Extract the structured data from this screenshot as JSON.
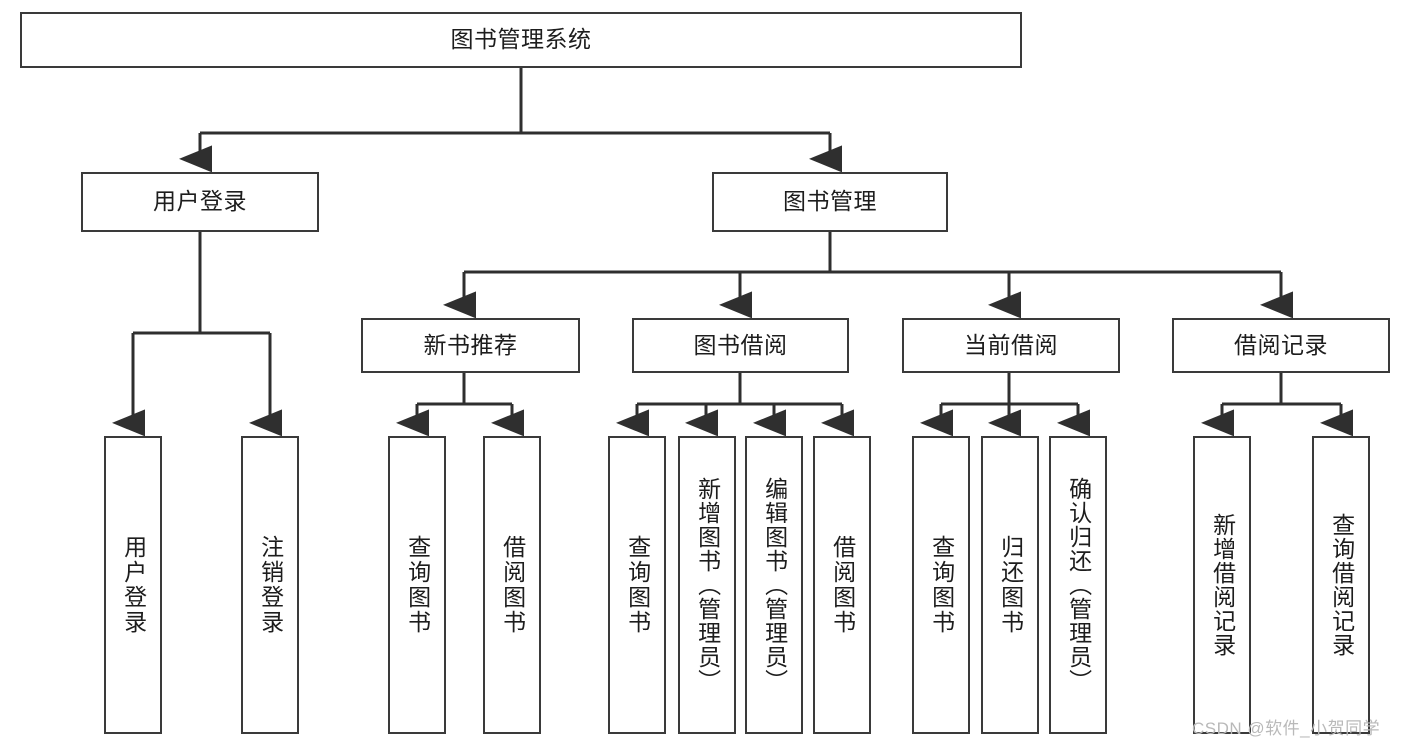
{
  "diagram": {
    "title": "图书管理系统",
    "type": "tree-hierarchy-diagram",
    "theme": {
      "background": "#ffffff",
      "box_border": "#3a3a3a",
      "box_fill": "#ffffff",
      "text": "#1d1d1d",
      "connector": "#2f2f2f",
      "watermark": "#b9b9b9"
    },
    "levels": {
      "root": [
        "图书管理系统"
      ],
      "level2": [
        "用户登录",
        "图书管理"
      ],
      "level3": [
        "新书推荐",
        "图书借阅",
        "当前借阅",
        "借阅记录"
      ],
      "leaves": [
        "用户登录",
        "注销登录",
        "查询图书",
        "借阅图书",
        "查询图书",
        "新增图书（管理员）",
        "编辑图书（管理员）",
        "借阅图书",
        "查询图书",
        "归还图书",
        "确认归还（管理员）",
        "新增借阅记录",
        "查询借阅记录"
      ]
    },
    "nodes": {
      "root": {
        "label": "图书管理系统"
      },
      "user_login": {
        "label": "用户登录"
      },
      "book_manage": {
        "label": "图书管理"
      },
      "new_book_rec": {
        "label": "新书推荐"
      },
      "book_borrow": {
        "label": "图书借阅"
      },
      "current_borrow": {
        "label": "当前借阅"
      },
      "borrow_record": {
        "label": "借阅记录"
      },
      "leaf_user_login": {
        "label": "用户登录"
      },
      "leaf_user_logout": {
        "label": "注销登录"
      },
      "leaf_query_book_1": {
        "label": "查询图书"
      },
      "leaf_borrow_book_1": {
        "label": "借阅图书"
      },
      "leaf_query_book_2": {
        "label": "查询图书"
      },
      "leaf_add_book": {
        "label": "新增图书（管理员）"
      },
      "leaf_edit_book": {
        "label": "编辑图书（管理员）"
      },
      "leaf_borrow_book_2": {
        "label": "借阅图书"
      },
      "leaf_query_book_3": {
        "label": "查询图书"
      },
      "leaf_return_book": {
        "label": "归还图书"
      },
      "leaf_confirm_return": {
        "label": "确认归还（管理员）"
      },
      "leaf_add_record": {
        "label": "新增借阅记录"
      },
      "leaf_query_record": {
        "label": "查询借阅记录"
      }
    },
    "watermark": "CSDN @软件_小贺同学"
  }
}
